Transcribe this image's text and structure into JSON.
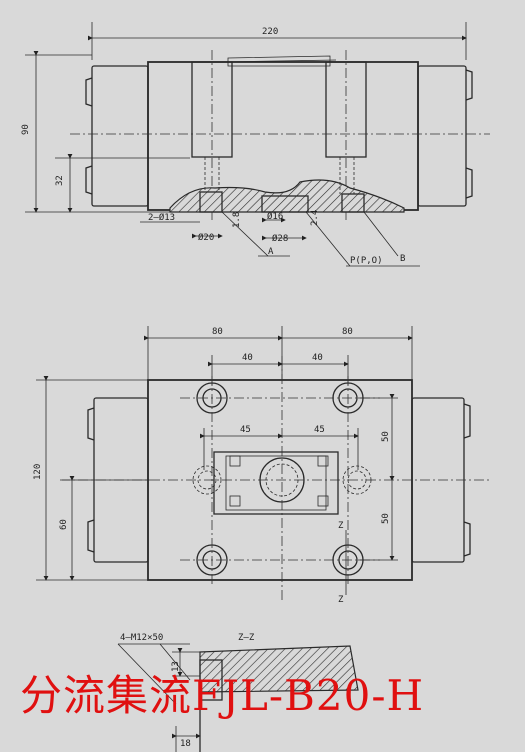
{
  "top_view": {
    "dim_width": "220",
    "dim_height": "90",
    "dim_lower": "32",
    "dim_holes": "2—Ø13",
    "dim_d20": "Ø20",
    "dim_18": "1.8",
    "dim_d16": "Ø16",
    "dim_d28": "Ø28",
    "dim_24": "2.4",
    "label_a": "A",
    "label_p": "P(P,O)",
    "label_b": "B"
  },
  "front_view": {
    "dim_left": "80",
    "dim_right": "80",
    "dim_inner_left": "40",
    "dim_inner_right": "40",
    "dim_bolt_left": "45",
    "dim_bolt_right": "45",
    "dim_height": "120",
    "dim_lower": "60",
    "dim_right_upper": "50",
    "dim_right_lower": "50",
    "section_mark_top": "Z",
    "section_mark_bottom": "Z"
  },
  "section_view": {
    "label_thread": "4—M12×50",
    "title": "Z—Z",
    "dim_13": "13",
    "dim_18": "18"
  },
  "caption": "分流集流FJL-B20-H",
  "colors": {
    "background": "#d9d9d9",
    "ink": "#2a2a2a",
    "caption": "#e01010"
  }
}
